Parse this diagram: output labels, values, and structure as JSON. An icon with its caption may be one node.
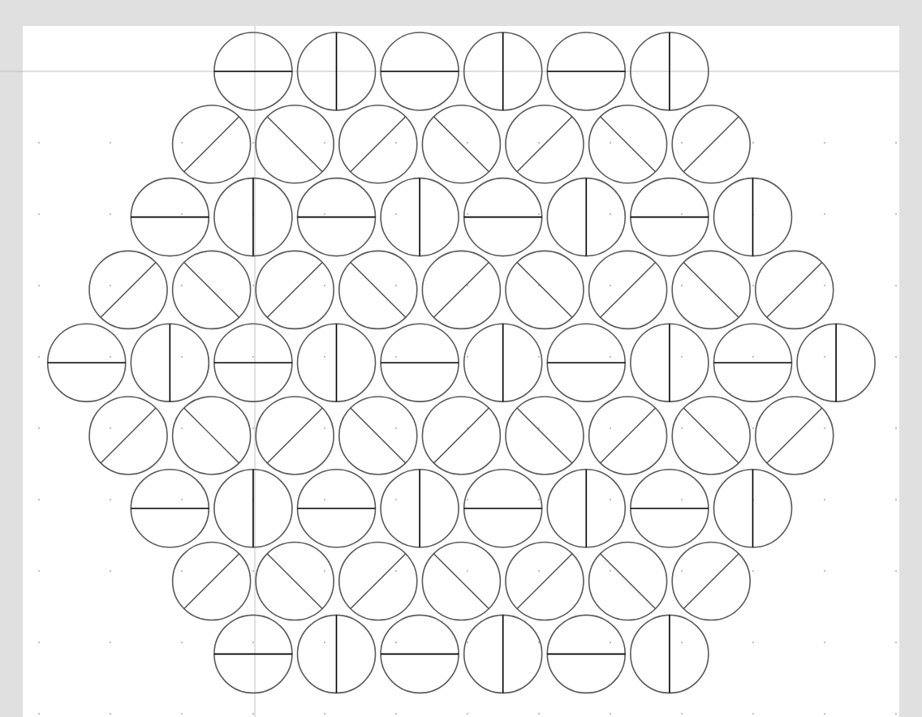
{
  "diagram": {
    "nodes": [
      {
        "text": [],
        "shape": "circle"
      },
      {
        "text": [],
        "shape": "circle"
      },
      {
        "text": [],
        "shape": "circle"
      },
      {
        "text": [],
        "shape": "circle"
      },
      {
        "text": [],
        "shape": "circle"
      },
      {
        "text": [],
        "shape": "circle"
      },
      {
        "text": [],
        "shape": "circle"
      },
      {
        "text": [],
        "shape": "circle"
      },
      {
        "text": [],
        "shape": "circle"
      },
      {
        "text": [],
        "shape": "circle"
      },
      {
        "text": [],
        "shape": "circle"
      },
      {
        "text": [],
        "shape": "circle"
      },
      {
        "text": [],
        "shape": "circle"
      },
      {
        "text": [],
        "shape": "circle"
      },
      {
        "text": [],
        "shape": "circle"
      },
      {
        "text": [],
        "shape": "circle"
      },
      {
        "text": [],
        "shape": "circle"
      },
      {
        "text": [],
        "shape": "circle"
      },
      {
        "text": [],
        "shape": "circle"
      },
      {
        "text": [],
        "shape": "circle"
      },
      {
        "text": [],
        "shape": "circle"
      },
      {
        "text": [],
        "shape": "circle"
      },
      {
        "text": [],
        "shape": "circle"
      },
      {
        "text": [],
        "shape": "circle"
      },
      {
        "text": [],
        "shape": "circle"
      },
      {
        "text": [],
        "shape": "circle"
      },
      {
        "text": [],
        "shape": "circle"
      },
      {
        "text": [],
        "shape": "circle"
      },
      {
        "text": [],
        "shape": "circle"
      },
      {
        "text": [],
        "shape": "circle"
      },
      {
        "text": [],
        "shape": "circle"
      },
      {
        "text": [],
        "shape": "circle"
      },
      {
        "text": [],
        "shape": "circle"
      },
      {
        "text": [],
        "shape": "circle"
      },
      {
        "text": [],
        "shape": "circle"
      },
      {
        "text": [],
        "shape": "circle"
      },
      {
        "text": [],
        "shape": "circle"
      },
      {
        "text": [],
        "shape": "circle"
      },
      {
        "text": [],
        "shape": "circle"
      },
      {
        "text": [],
        "shape": "circle"
      },
      {
        "text": [],
        "shape": "circle"
      },
      {
        "text": [],
        "shape": "circle"
      },
      {
        "text": [],
        "shape": "circle"
      },
      {
        "text": [],
        "shape": "circle"
      },
      {
        "text": [],
        "shape": "circle"
      },
      {
        "text": [],
        "shape": "circle"
      },
      {
        "text": [],
        "shape": "circle"
      },
      {
        "text": [],
        "shape": "circle"
      },
      {
        "text": [],
        "shape": "circle"
      },
      {
        "text": [],
        "shape": "circle"
      },
      {
        "text": [],
        "shape": "circle"
      },
      {
        "text": [],
        "shape": "circle"
      },
      {
        "text": [],
        "shape": "circle"
      },
      {
        "text": [],
        "shape": "circle"
      },
      {
        "text": [],
        "shape": "circle"
      },
      {
        "text": [],
        "shape": "circle"
      },
      {
        "text": [],
        "shape": "circle"
      },
      {
        "text": [],
        "shape": "circle"
      },
      {
        "text": [],
        "shape": "circle"
      },
      {
        "text": [],
        "shape": "circle"
      },
      {
        "text": [],
        "shape": "circle"
      },
      {
        "text": [],
        "shape": "circle"
      },
      {
        "text": [],
        "shape": "circle"
      },
      {
        "text": [],
        "shape": "circle"
      },
      {
        "text": [],
        "shape": "circle"
      },
      {
        "text": [],
        "shape": "circle"
      },
      {
        "text": [],
        "shape": "circle"
      },
      {
        "text": [],
        "shape": "circle"
      },
      {
        "text": [],
        "shape": "circle"
      },
      {
        "text": [],
        "shape": "circle"
      }
    ]
  }
}
